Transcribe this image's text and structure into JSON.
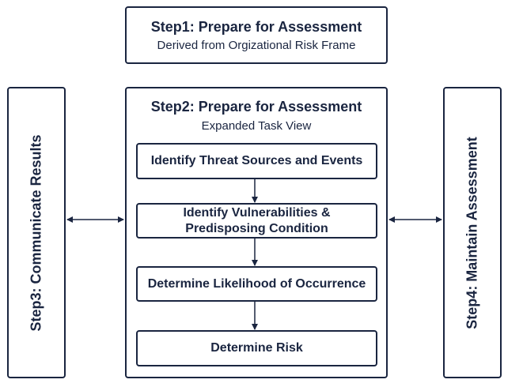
{
  "step1": {
    "title": "Step1: Prepare for Assessment",
    "subtitle": "Derived from Orgizational Risk Frame"
  },
  "step2": {
    "title": "Step2: Prepare for Assessment",
    "subtitle": "Expanded Task View",
    "tasks": [
      "Identify Threat Sources and Events",
      "Identify Vulnerabilities & Predisposing Condition",
      "Determine Likelihood of Occurrence",
      "Determine Risk"
    ]
  },
  "step3": {
    "label": "Step3: Communicate Results"
  },
  "step4": {
    "label": "Step4: Maintain Assessment"
  },
  "colors": {
    "stroke": "#1a2540",
    "background": "#ffffff"
  }
}
